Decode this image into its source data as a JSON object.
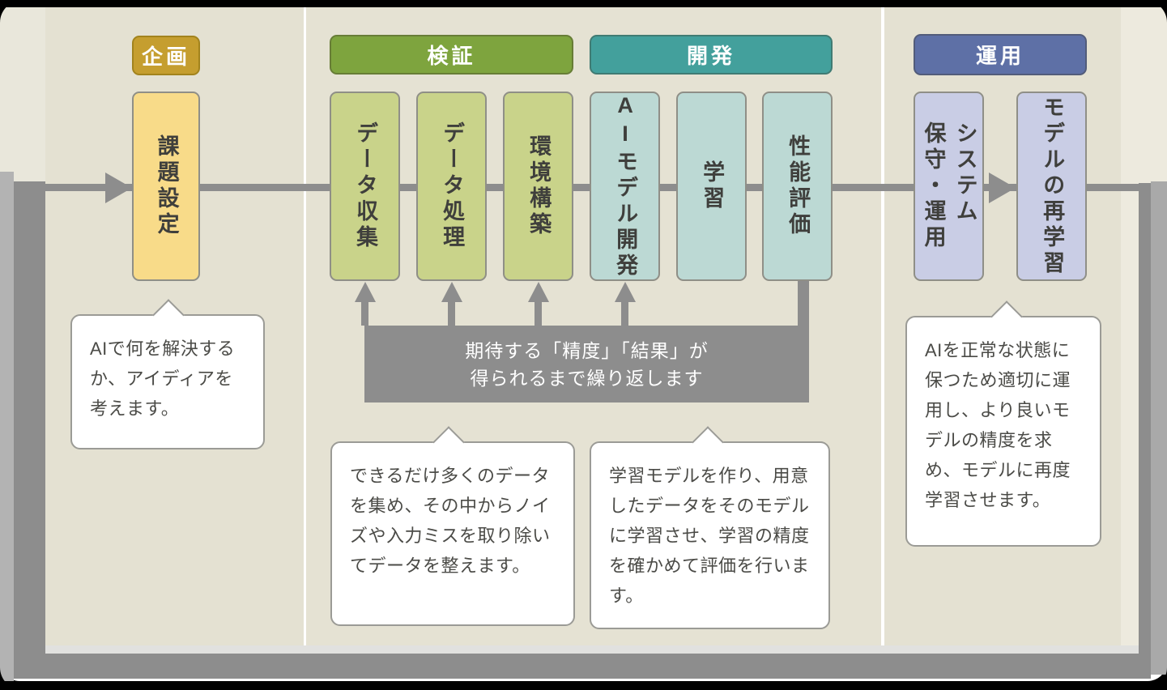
{
  "diagram": {
    "type": "flowchart",
    "language": "ja",
    "phases": [
      {
        "label": "企画",
        "color": "#c59e2f",
        "steps": [
          {
            "label": "課題設定",
            "color": "#f8db89"
          }
        ]
      },
      {
        "label": "検証",
        "color": "#7ea43e",
        "steps": [
          {
            "label": "データ収集",
            "color": "#c9d38a"
          },
          {
            "label": "データ処理",
            "color": "#c9d38a"
          },
          {
            "label": "環境構築",
            "color": "#c9d38a"
          }
        ]
      },
      {
        "label": "開発",
        "color": "#43a09c",
        "steps": [
          {
            "label": "AIモデル開発",
            "color": "#bcd9d4"
          },
          {
            "label": "学習",
            "color": "#bcd9d4"
          },
          {
            "label": "性能評価",
            "color": "#bcd9d4"
          }
        ]
      },
      {
        "label": "運用",
        "color": "#5e70a6",
        "steps": [
          {
            "label": "システム\n保守・運用",
            "color": "#c9cde5"
          },
          {
            "label": "モデルの再学習",
            "color": "#c9cde5"
          }
        ]
      }
    ],
    "feedback_loop": {
      "text": "期待する「精度」「結果」が\n得られるまで繰り返します",
      "color": "#8d8d8d"
    },
    "callouts": [
      {
        "text": "AIで何を解決するか、アイディアを考えます。"
      },
      {
        "text": "できるだけ多くのデータを集め、その中からノイズや入力ミスを取り除いてデータを整えます。"
      },
      {
        "text": "学習モデルを作り、用意したデータをそのモデルに学習させ、学習の精度を確かめて評価を行います。"
      },
      {
        "text": "AIを正常な状態に保つため適切に運用し、より良いモデルの精度を求め、モデルに再度学習させます。"
      }
    ],
    "colors": {
      "panel_beige": "#e4e1d2",
      "connector_gray": "#8d8d8d",
      "step_text": "#3f3f3c",
      "callout_text": "#4b4b47",
      "background": "#000000"
    }
  }
}
